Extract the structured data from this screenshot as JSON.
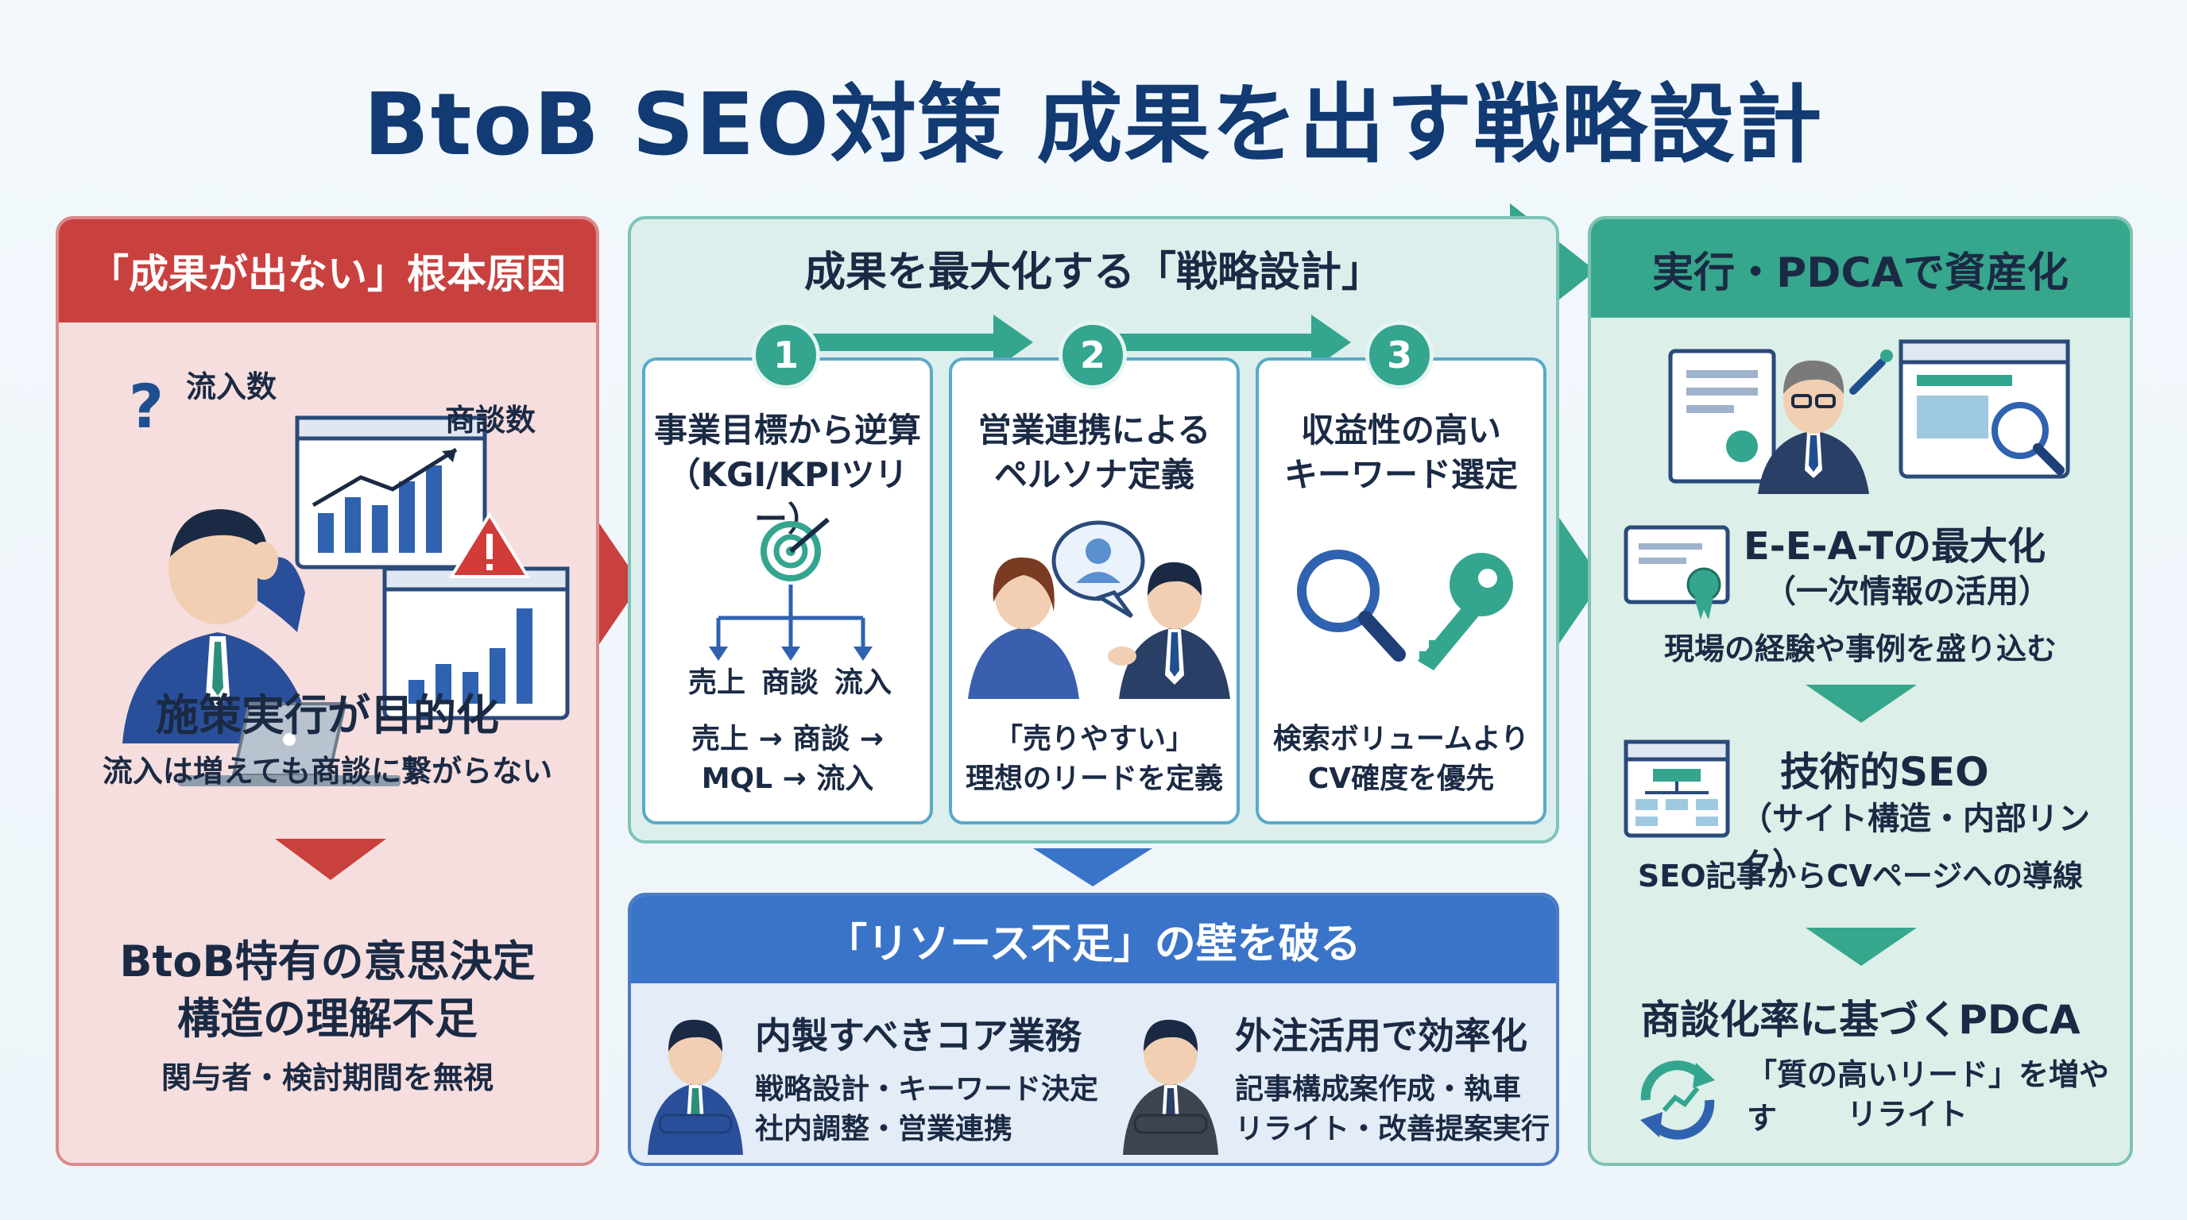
{
  "title": "BtoB SEO対策 成果を出す戦略設計",
  "left": {
    "header": "「成果が出ない」根本原因",
    "label_inflow": "流入数",
    "label_deals": "商談数",
    "cause1_title": "施策実行が目的化",
    "cause1_desc": "流入は増えても商談に繋がらない",
    "cause2_title_line1": "BtoB特有の意思決定",
    "cause2_title_line2": "構造の理解不足",
    "cause2_desc": "関与者・検討期間を無視"
  },
  "middle": {
    "header": "成果を最大化する「戦略設計」",
    "steps": [
      {
        "num": "1",
        "title_line1": "事業目標から逆算",
        "title_line2": "（KGI/KPIツリー）",
        "tree_labels": [
          "売上",
          "商談",
          "流入"
        ],
        "desc_line1": "売上 → 商談 →",
        "desc_line2": "MQL → 流入"
      },
      {
        "num": "2",
        "title_line1": "営業連携による",
        "title_line2": "ペルソナ定義",
        "desc_line1": "「売りやすい」",
        "desc_line2": "理想のリードを定義"
      },
      {
        "num": "3",
        "title_line1": "収益性の高い",
        "title_line2": "キーワード選定",
        "desc_line1": "検索ボリュームより",
        "desc_line2": "CV確度を優先"
      }
    ]
  },
  "resource": {
    "header": "「リソース不足」の壁を破る",
    "inhouse_title": "内製すべきコア業務",
    "inhouse_line1": "戦略設計・キーワード決定",
    "inhouse_line2": "社内調整・営業連携",
    "outsource_title": "外注活用で効率化",
    "outsource_line1": "記事構成案作成・執車",
    "outsource_line2": "リライト・改善提案実行"
  },
  "right": {
    "header": "実行・PDCAで資産化",
    "item1_title": "E-E-A-Tの最大化",
    "item1_sub": "（一次情報の活用）",
    "item1_desc": "現場の経験や事例を盛り込む",
    "item2_title": "技術的SEO",
    "item2_sub": "（サイト構造・内部リンク）",
    "item2_desc": "SEO記事からCVページへの導線",
    "item3_title": "商談化率に基づくPDCA",
    "item3_line1": "「質の高いリード」を増やす",
    "item3_line2": "リライト"
  },
  "colors": {
    "red": "#c9413f",
    "teal": "#36a68c",
    "blue": "#3a74c8",
    "navy": "#123a73"
  }
}
